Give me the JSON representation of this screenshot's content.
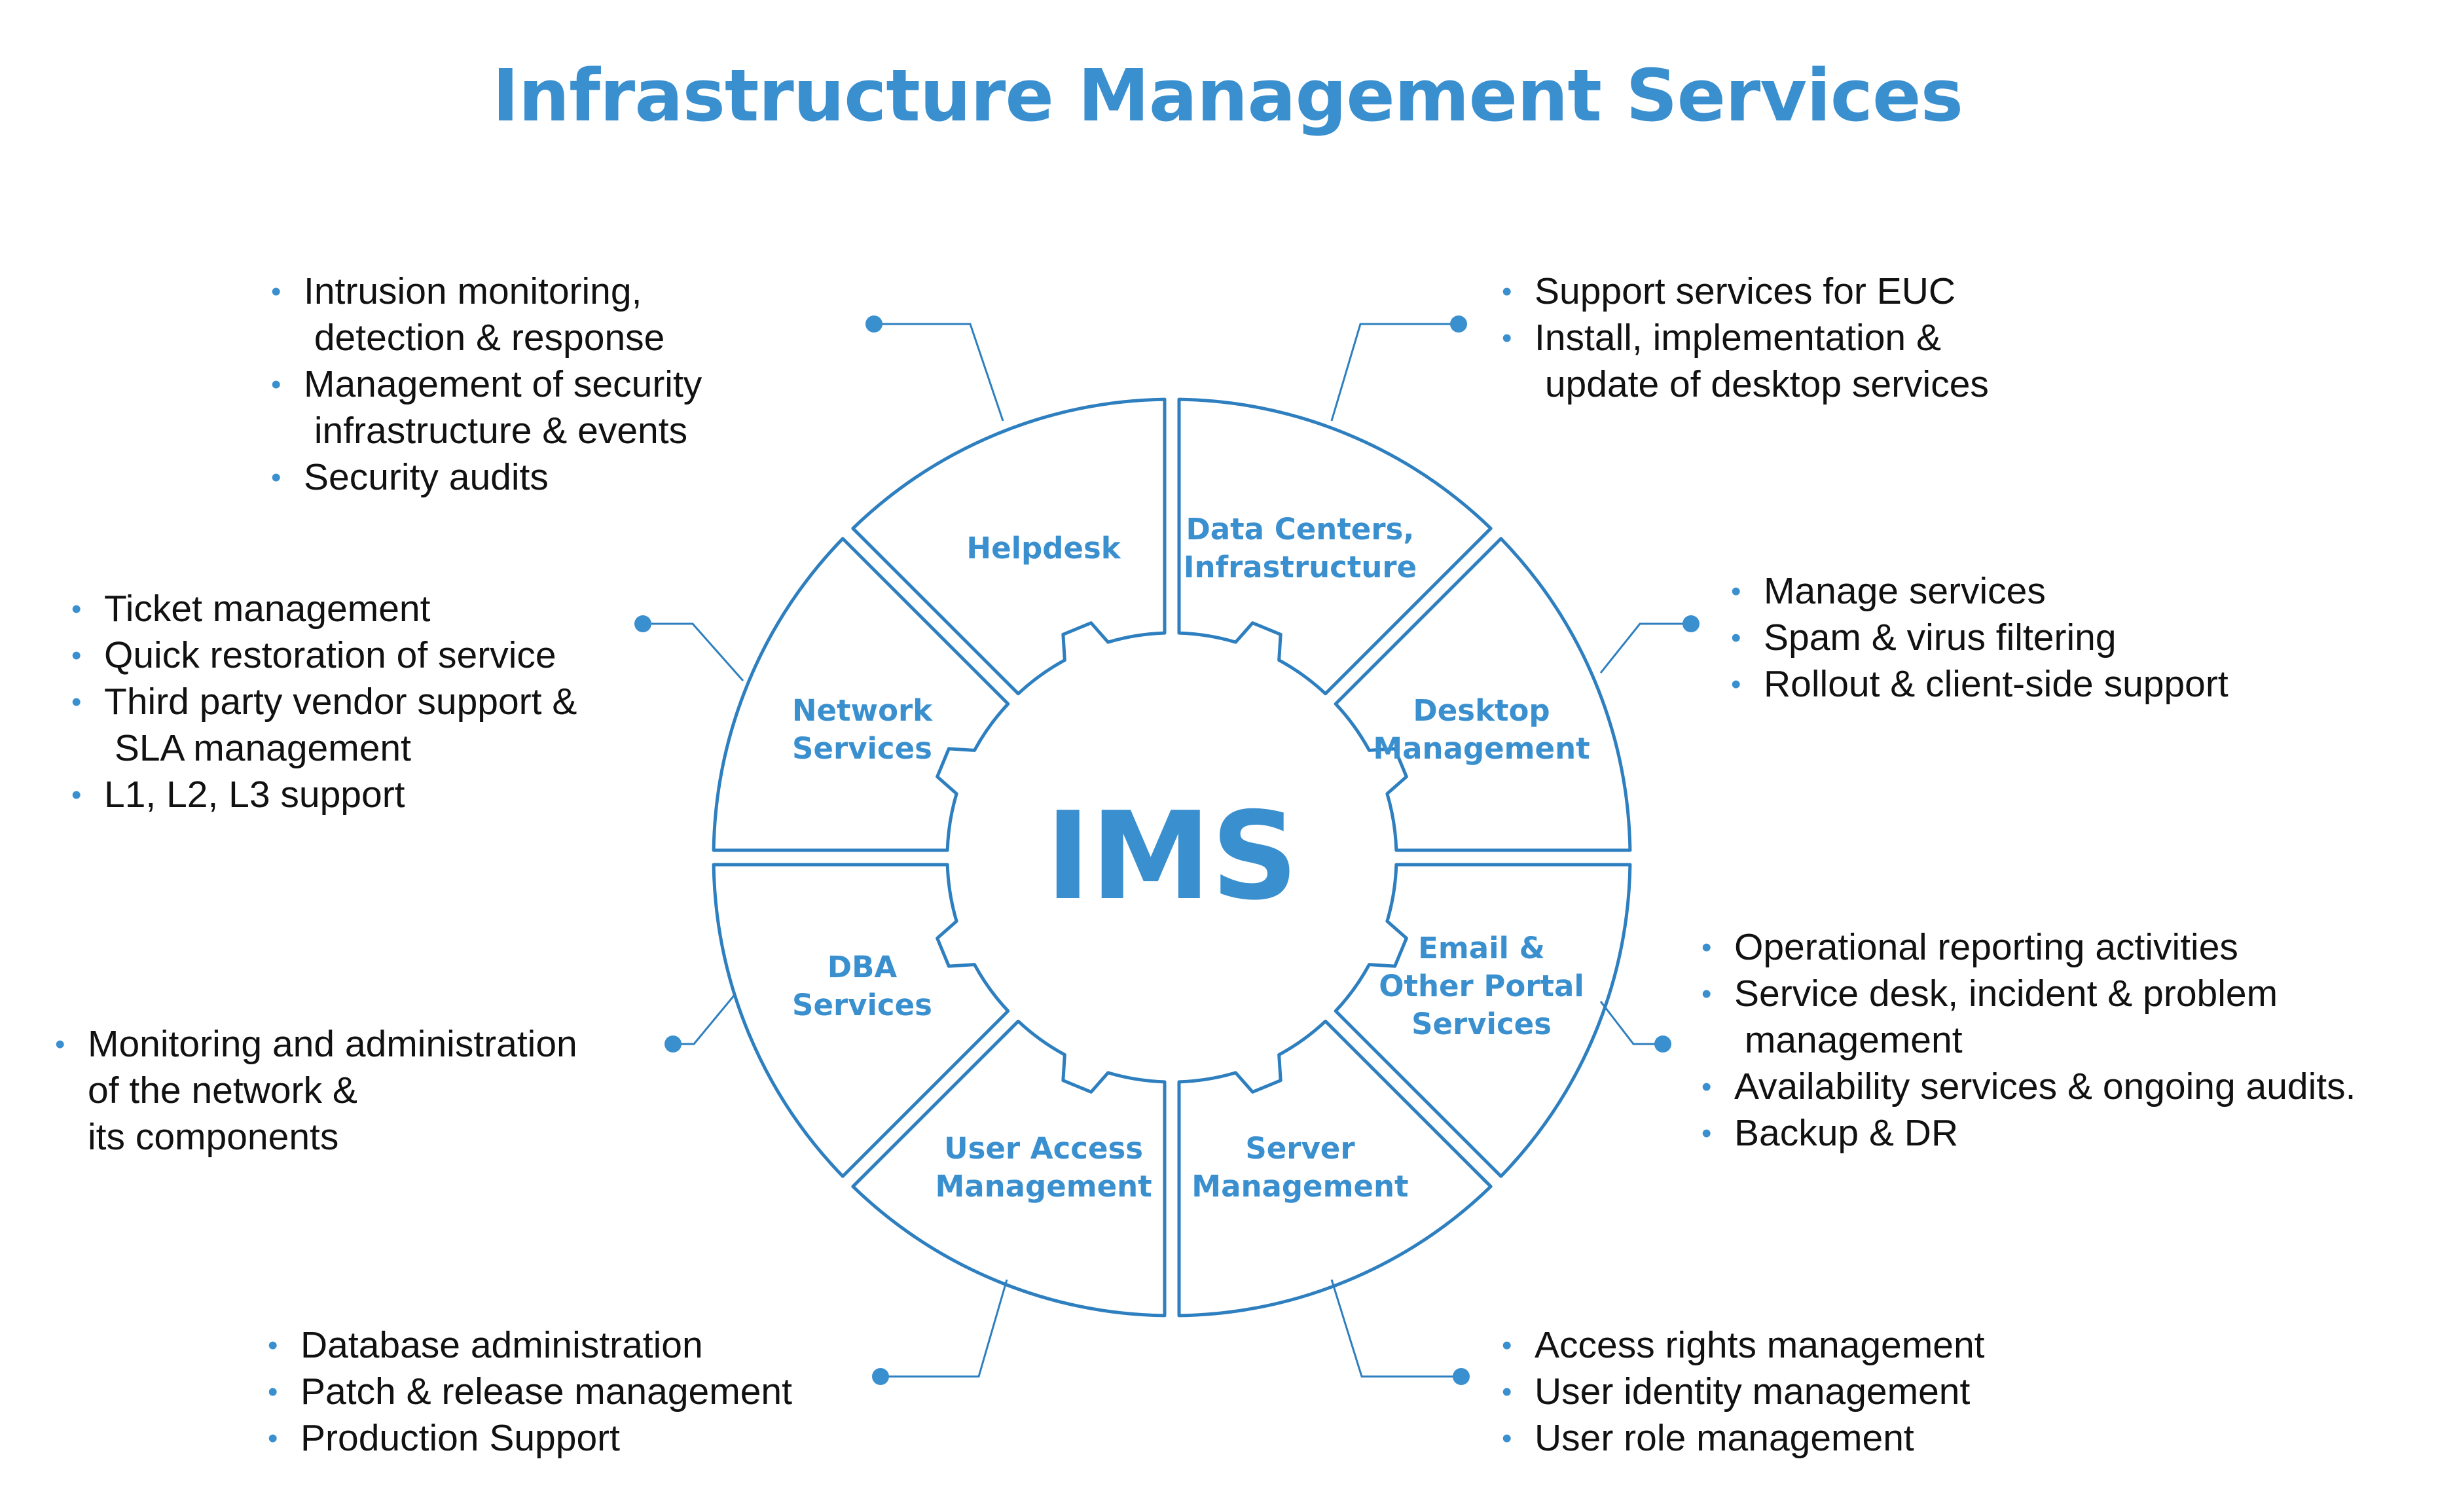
{
  "title": "Infrastructure Management Services",
  "center": "IMS",
  "colors": {
    "accent": "#3a8fcf",
    "outline": "#2e7fbf",
    "text": "#111111",
    "background": "#ffffff"
  },
  "segments": [
    {
      "label_lines": [
        "Data Centers,",
        "Infrastructure"
      ],
      "bullets": [
        "Intrusion monitoring,\n detection & response",
        "Management of security\n infrastructure & events",
        "Security audits"
      ]
    },
    {
      "label_lines": [
        "Desktop",
        "Management"
      ],
      "bullets": [
        "Support services for EUC",
        "Install, implementation &\n update of desktop services"
      ]
    },
    {
      "label_lines": [
        "Email &",
        "Other Portal",
        "Services"
      ],
      "bullets": [
        "Manage services",
        "Spam & virus filtering",
        "Rollout & client-side support"
      ]
    },
    {
      "label_lines": [
        "Server",
        "Management"
      ],
      "bullets": [
        "Operational reporting activities",
        "Service desk, incident & problem\n management",
        "Availability services & ongoing audits.",
        "Backup & DR"
      ]
    },
    {
      "label_lines": [
        "User Access",
        "Management"
      ],
      "bullets": [
        "Access rights management",
        "User identity management",
        "User role management"
      ]
    },
    {
      "label_lines": [
        "DBA",
        "Services"
      ],
      "bullets": [
        "Database administration",
        "Patch & release management",
        "Production Support"
      ]
    },
    {
      "label_lines": [
        "Network",
        "Services"
      ],
      "bullets": [
        "Monitoring and administration\nof the network &\nits components"
      ]
    },
    {
      "label_lines": [
        "Helpdesk"
      ],
      "bullets": [
        "Ticket management",
        "Quick restoration of service",
        "Third party vendor support &\n SLA management",
        "L1, L2, L3 support"
      ]
    }
  ]
}
